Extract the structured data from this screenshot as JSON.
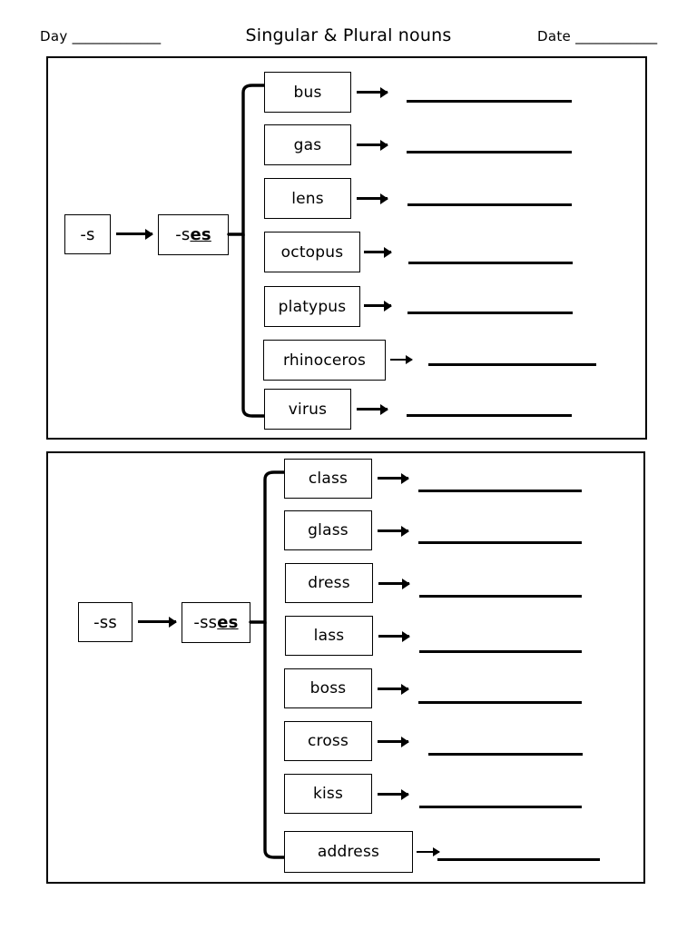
{
  "header": {
    "day_label": "Day",
    "day_line": "_____________",
    "title": "Singular & Plural nouns",
    "date_label": "Date",
    "date_line": "____________"
  },
  "sections": [
    {
      "id": "section-s",
      "rule_from": "-s",
      "rule_to_prefix": "-s",
      "rule_to_suffix": "es",
      "words": [
        "bus",
        "gas",
        "lens",
        "octopus",
        "platypus",
        "rhinoceros",
        "virus"
      ]
    },
    {
      "id": "section-ss",
      "rule_from": "-ss",
      "rule_to_prefix": "-ss",
      "rule_to_suffix": "es",
      "words": [
        "class",
        "glass",
        "dress",
        "lass",
        "boss",
        "cross",
        "kiss",
        "address"
      ]
    }
  ],
  "colors": {
    "ink": "#000000",
    "paper": "#ffffff"
  }
}
